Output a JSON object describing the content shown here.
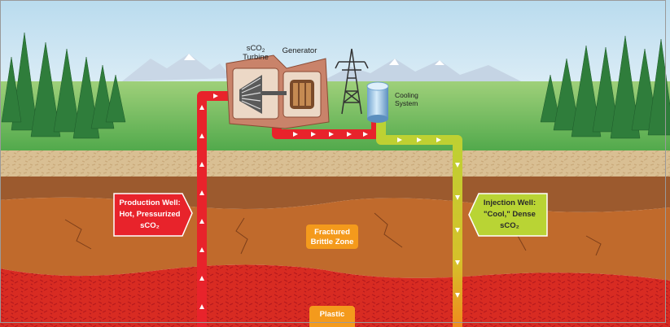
{
  "labels": {
    "turbine_l1": "sCO",
    "turbine_sub": "2",
    "turbine_l2": "Turbine",
    "generator": "Generator",
    "cooling_l1": "Cooling",
    "cooling_l2": "System",
    "production_l1": "Production Well:",
    "production_l2": "Hot, Pressurized",
    "production_l3": "sCO₂",
    "injection_l1": "Injection Well:",
    "injection_l2": "\"Cool,\" Dense",
    "injection_l3": "sCO₂",
    "fractured_l1": "Fractured",
    "fractured_l2": "Brittle Zone",
    "plastic_l1": "Plastic"
  },
  "colors": {
    "sky": "#cfe6f3",
    "hot_pipe": "#e8232b",
    "cool_pipe": "#b9d434",
    "label_orange": "#f49a1c",
    "production_box": "#e8232b",
    "injection_box": "#b9d434"
  }
}
